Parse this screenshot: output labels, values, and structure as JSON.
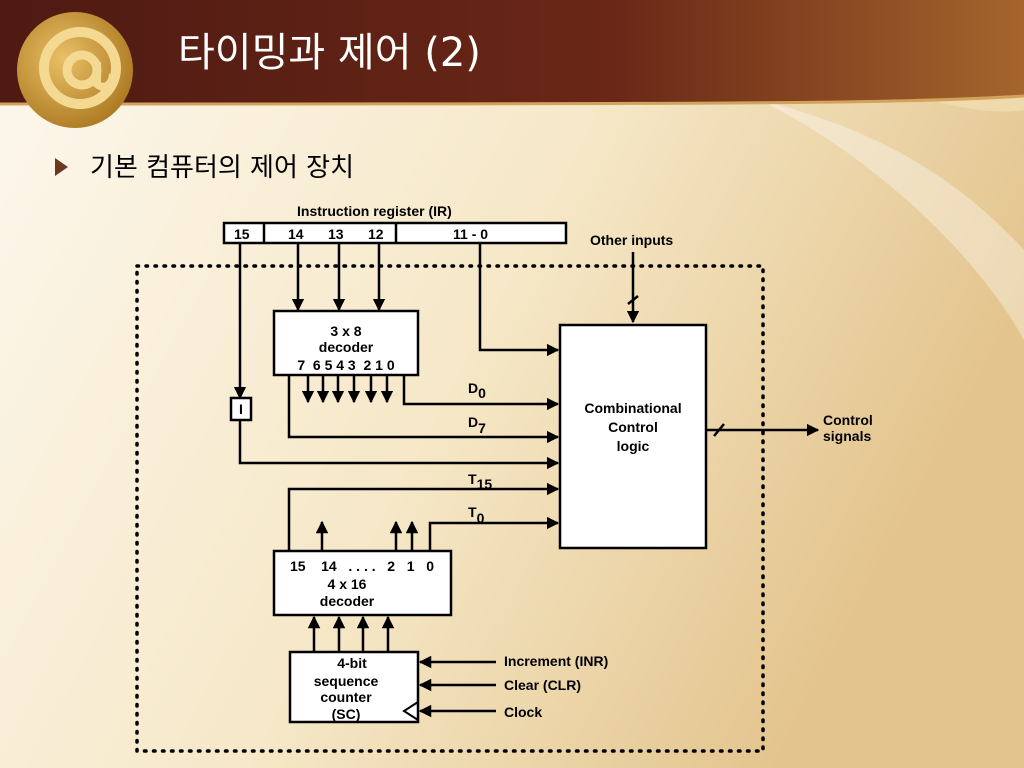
{
  "slide": {
    "title": "타이밍과 제어 (2)",
    "bullet": "기본 컴퓨터의 제어 장치",
    "colors": {
      "header_dark": "#5b1f16",
      "header_mid": "#8a3a22",
      "background_light": "#fbf3e3",
      "background_warm": "#e9cf9a",
      "logo_gold": "#c9962e",
      "bullet_marker": "#6b3a1e"
    },
    "logo_icon": "at-sign-logo-icon"
  },
  "diagram": {
    "ir_title": "Instruction register (IR)",
    "ir_fields": [
      "15",
      "14",
      "13",
      "12",
      "11 - 0"
    ],
    "other_inputs": "Other inputs",
    "decoder_3x8": {
      "line1": "3 x 8",
      "line2": "decoder",
      "outputs": "7  6 5 4 3  2 1 0"
    },
    "i_flipflop": "I",
    "d0": {
      "main": "D",
      "sub": "0"
    },
    "d7": {
      "main": "D",
      "sub": "7"
    },
    "t15": {
      "main": "T",
      "sub": "15"
    },
    "t0": {
      "main": "T",
      "sub": "0"
    },
    "control_logic": {
      "line1": "Combinational",
      "line2": "Control",
      "line3": "logic"
    },
    "control_signals": {
      "line1": "Control",
      "line2": "signals"
    },
    "decoder_4x16": {
      "inputs": "15    14   . . . .   2   1   0",
      "line1": "4 x 16",
      "line2": "decoder"
    },
    "sc": {
      "line1": "4-bit",
      "line2": "sequence",
      "line3": "counter",
      "line4": "(SC)"
    },
    "increment": "Increment (INR)",
    "clear": "Clear (CLR)",
    "clock": "Clock"
  }
}
